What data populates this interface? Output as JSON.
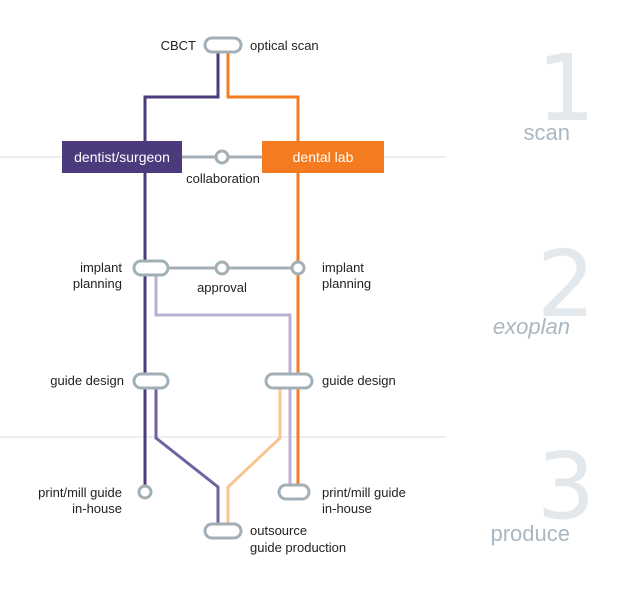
{
  "stages": [
    {
      "number": "1",
      "label": "scan"
    },
    {
      "number": "2",
      "label": "exoplan"
    },
    {
      "number": "3",
      "label": "produce"
    }
  ],
  "nodes": {
    "scan_left": "CBCT",
    "scan_right": "optical scan",
    "dentist": "dentist/surgeon",
    "lab": "dental lab",
    "collaboration": "collaboration",
    "implant_left_1": "implant",
    "implant_left_2": "planning",
    "approval": "approval",
    "implant_right_1": "implant",
    "implant_right_2": "planning",
    "guide_left": "guide design",
    "guide_right": "guide design",
    "print_left_1": "print/mill guide",
    "print_left_2": "in-house",
    "print_right_1": "print/mill guide",
    "print_right_2": "in-house",
    "outsource_1": "outsource",
    "outsource_2": "guide production"
  },
  "colors": {
    "dentist_line": "#4b3a7c",
    "lab_line": "#f47b20",
    "light_purple": "#b9b0d3",
    "light_orange": "#f8c48f",
    "medium_purple": "#7262a0",
    "node_gray": "#a3afb7",
    "divider": "#e5e9ec"
  }
}
